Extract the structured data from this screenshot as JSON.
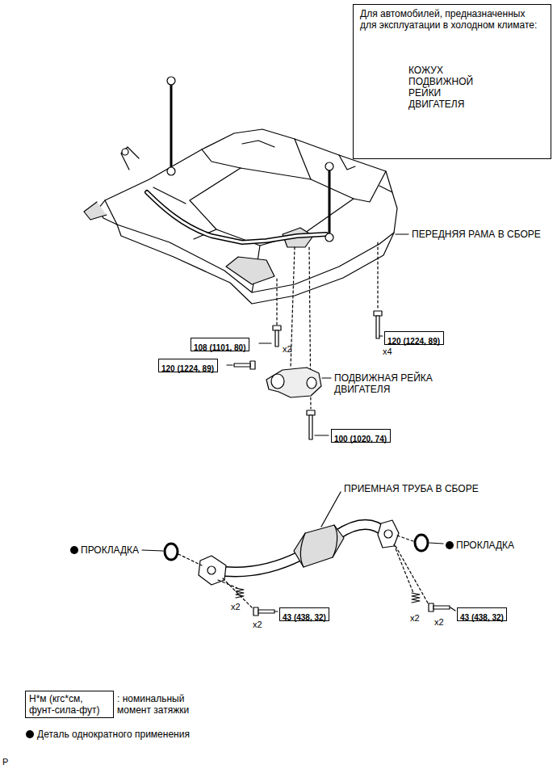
{
  "diagram": {
    "nodes": [
      {
        "text": [
          "Для автомобилей, предназначенных для эксплуатации в холодном климате:",
          "КОЖУХ ПОДВИЖНОЙ РЕЙКИ ДВИГАТЕЛЯ"
        ]
      },
      {
        "text": [
          "108 (1101, 80)"
        ]
      },
      {
        "text": [
          "120 (1224, 89)"
        ]
      },
      {
        "text": [
          "120 (1224, 89)"
        ]
      },
      {
        "text": [
          "100 (1020, 74)"
        ]
      },
      {
        "text": [
          "43 (438, 32)"
        ]
      },
      {
        "text": [
          "43 (438, 32)"
        ]
      },
      {
        "text": [
          "Н*м (кгс*см, фунт-сила-фут)",
          ": номинальный момент затяжки"
        ]
      }
    ],
    "labels": [
      "ПЕРЕДНЯЯ РАМА В СБОРЕ",
      "x2",
      "x4",
      "ПОДВИЖНАЯ РЕЙКА ДВИГАТЕЛЯ",
      "ПРИЕМНАЯ ТРУБА В СБОРЕ",
      "ПРОКЛАДКА",
      "ПРОКЛАДКА",
      "x2",
      "x2",
      "x2",
      "x2",
      "P"
    ],
    "legend": [
      {
        "text": "Деталь однократного применения"
      }
    ]
  }
}
